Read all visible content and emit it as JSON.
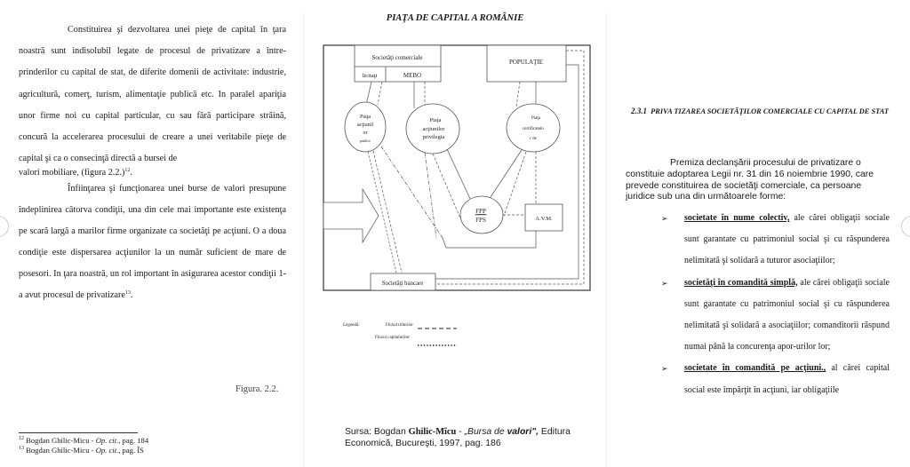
{
  "left_page": {
    "paragraph1": "Constituirea şi dezvoltarea unei pieţe de capital în ţara noastră sunt indisolubil legate de procesul de privatizare a între­prinderilor cu capital de stat, de diferite domenii de activitate: in­dustrie, agricultură, comerţ, turism, alimentaţie publică etc. In pa­ralel apariţia unor firme noi cu capital particular, cu sau fără par­ticipare străină, concură la accelerarea procesului de creare a unei veritabile pieţe de capital şi ca o consecinţă directă a bursei de",
    "paragraph1_end": "valori mobiliare, (figura 2.2.)",
    "paragraph1_footnote": "12",
    "paragraph2": "Înfiinţarea şi funcţionarea unei burse de valori presupune îndeplinirea câtorva condiţii, una din cele mai importante este existenţa pe scară largă a marilor firme organizate ca societăţi pe acţiuni. O a doua condiţie este dispersarea acţiunilor la un număr suficient de mare de posesori. In ţara noastră, un rol important în asigurarea acestor condiţii 1-a avut procesul de privatizare",
    "paragraph2_footnote": "13",
    "figure_caption": "Figura. 2.2.",
    "footnotes": [
      {
        "num": "12",
        "author": "Bogdan Ghilic-Micu - ",
        "cit": "Op. cit.",
        "rest": ", pag. 184"
      },
      {
        "num": "13",
        "author": "Bogdan Ghilic-Micu - ",
        "cit": "Op. cit.",
        "rest": ", pag. ÎS"
      }
    ]
  },
  "middle_page": {
    "title": "PIAŢA DE CAPITAL A ROMÂNIE",
    "diagram": {
      "societati_comerciale": "Societăţi comerciale",
      "licitatii": "licitaţi",
      "mebo": "MEBO",
      "populatie": "POPULAŢIE",
      "piata_actiunilor_publice": [
        "Piaţa",
        "acţiunil",
        "or",
        "publice"
      ],
      "piata_actiunilor_privilegiate": [
        "Piaţa",
        "acţiunilor",
        "privilegia"
      ],
      "piata_certificatelor": [
        "Piaţa",
        "certificatelo",
        "r de"
      ],
      "fpp": "FPP",
      "fps": "FPS",
      "avm": "A.V.M.",
      "societati_bancare": "Societăţi bancare"
    },
    "legend": {
      "label": "Legendă:",
      "titles_flow": "Fluxul titlurilor",
      "capital_flow": "Fluxul capitalurilor"
    },
    "source": {
      "prefix": "Sursa: Bogdan ",
      "author_bold": "Ghilic-Mîcu",
      "dash": " - ",
      "title_italic": "„Bursa de ",
      "title_bold_italic": "valori\",",
      "rest": " Editura Economică, Bucureşti, 1997, pag. 186"
    }
  },
  "right_page": {
    "heading_num": "2.3.1",
    "heading_text": "PRIVA TIZAREA SOCIETĂŢILOR COMERCIALE CU CAPITAL DE STAT",
    "intro": "Premiza declanşării procesului de privatizare o constituie adoptarea Legii nr. 31 din 16 noiembrie 1990, care prevede con­stituirea de societăţi comerciale, ca persoane juridice sub una din următoarele forme:",
    "list": [
      {
        "term": "societate în nume colectiv,",
        "text": " ale cărei obligaţii so­ciale sunt garantate cu patrimoniul social şi cu răs­punderea nelimitată şi solidară a tuturor asociaţii­lor;"
      },
      {
        "term": "societăţi în comandită simplă,",
        "text": " ale cărei obli­gaţii sociale sunt garantate cu patrimoniul social şi cu răspunderea nelimitată şi solidară a asociaţiilor; comanditorii răspund numai până la concurenţa apor-urilor lor;"
      },
      {
        "term": "societate în comandită pe acţiuni.,",
        "text": " al cărei ca­pital social este împărţit în acţiuni, iar obligaţiile"
      }
    ],
    "bullet_icon": "arrowhead-bullet"
  },
  "navigation": {
    "prev_icon": "previous-page-button",
    "next_icon": "next-page-button"
  }
}
